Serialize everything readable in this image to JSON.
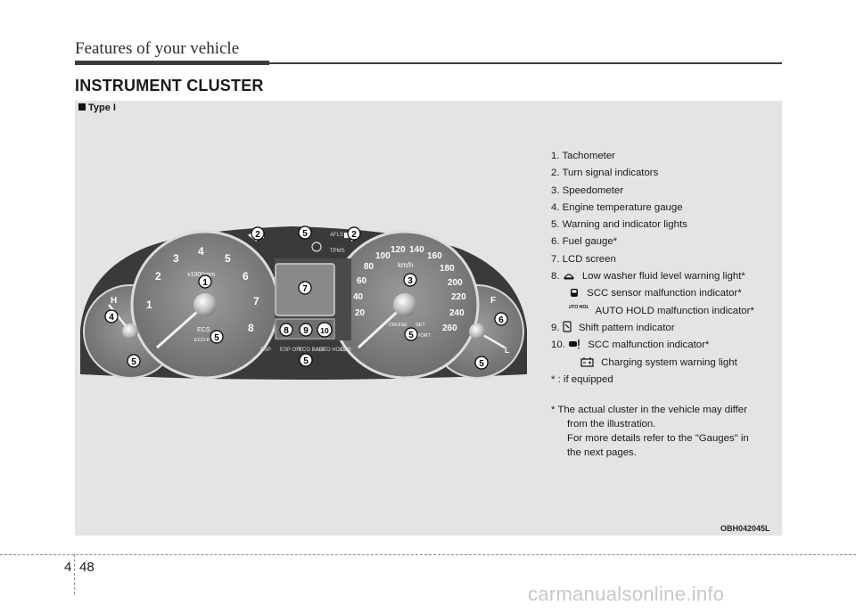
{
  "header": {
    "title": "Features of your vehicle"
  },
  "section": {
    "title": "INSTRUMENT CLUSTER",
    "type_label": "Type I"
  },
  "cluster": {
    "tacho_unit": "x1000rpm",
    "tacho_ticks": [
      "1",
      "2",
      "3",
      "4",
      "5",
      "6",
      "7",
      "8"
    ],
    "speedo_unit": "km/h",
    "speedo_ticks": [
      "20",
      "40",
      "60",
      "80",
      "100",
      "120",
      "140",
      "160",
      "180",
      "200",
      "220",
      "240",
      "260"
    ],
    "top_icons": [
      "AFLS",
      "TPMS"
    ],
    "bottom_icons": [
      "ESP",
      "ESP OFF",
      "ECO BASE",
      "AUTO HOLD",
      "EPB"
    ],
    "labels": {
      "ecs": "ECS",
      "eco": "ECO-P",
      "cruise": "CRUISE",
      "set": "SET",
      "sport": "SPORT",
      "hot": "H",
      "fuel_full": "F",
      "fuel_low": "L"
    },
    "callouts": [
      "1",
      "2",
      "2",
      "3",
      "4",
      "5",
      "5",
      "5",
      "5",
      "5",
      "5",
      "6",
      "7",
      "8",
      "9",
      "10"
    ]
  },
  "legend": [
    "1. Tachometer",
    "2. Turn signal indicators",
    "3. Speedometer",
    "4. Engine temperature gauge",
    "5. Warning and indicator lights",
    "6. Fuel gauge*",
    "7. LCD screen"
  ],
  "legend8": {
    "num": "8.",
    "main": "Low washer fluid level warning light*",
    "sub1": "SCC sensor malfunction indicator*",
    "auto_icon": "AUTO HOLD",
    "sub2": "AUTO HOLD malfunction indicator*"
  },
  "legend9": {
    "num": "9.",
    "main": "Shift pattern indicator"
  },
  "legend10": {
    "num": "10.",
    "main": "SCC malfunction indicator*",
    "sub1": "Charging system warning light"
  },
  "legend_footnote": "* : if equipped",
  "note": {
    "line1": "* The actual cluster in the vehicle may differ",
    "line2": "from the illustration.",
    "line3": "For more details refer to the \"Gauges\" in",
    "line4": "the next pages."
  },
  "figure_code": "OBH042045L",
  "page": {
    "chapter": "4",
    "number": "48"
  },
  "watermark": "carmanualsonline.info"
}
